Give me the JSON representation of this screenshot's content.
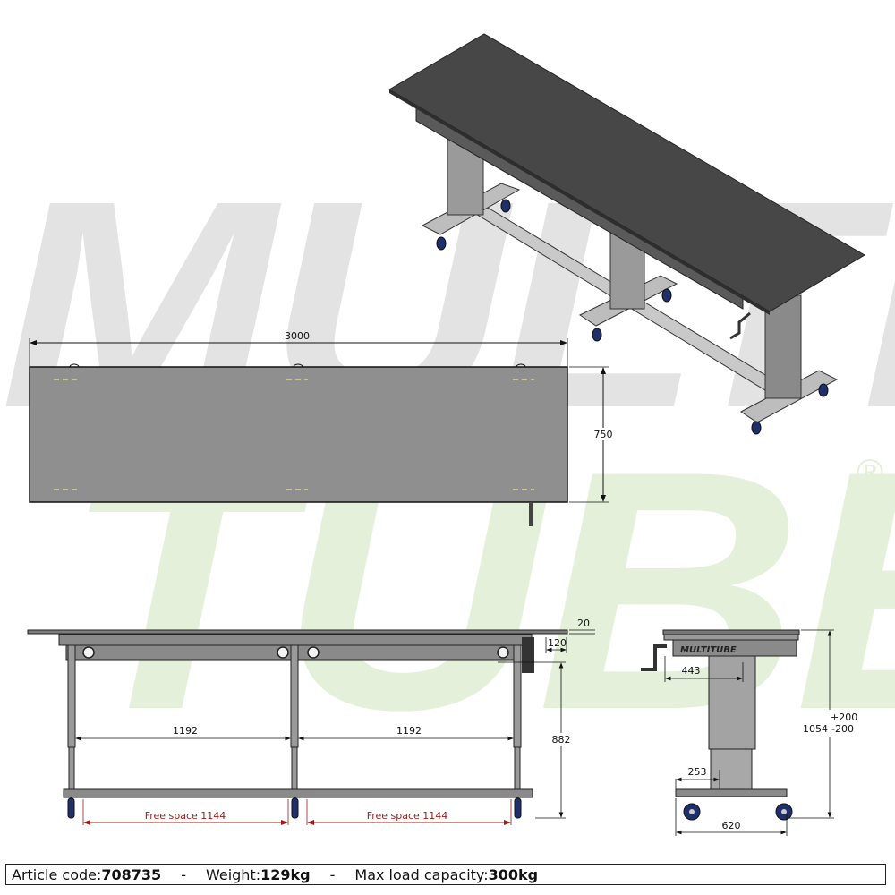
{
  "watermark": {
    "top_word": "MULTI",
    "bottom_word": "TUBE",
    "registered_mark": "®",
    "top_color": "#e3e3e3",
    "bottom_color": "#e4f0da"
  },
  "top_view": {
    "width_label": "3000",
    "depth_label": "750",
    "top_color": "#8f8f8f"
  },
  "front_view": {
    "thickness_label": "20",
    "overhang_label": "120",
    "span_left_label": "1192",
    "span_right_label": "1192",
    "height_label": "882",
    "free_space_left_label": "Free space 1144",
    "free_space_right_label": "Free space 1144",
    "free_space_color": "#9b1c1c"
  },
  "side_view": {
    "brand_label": "MULTITUBE",
    "crank_offset_label": "443",
    "column_offset_label": "253",
    "base_width_label": "620",
    "height_label": "1054",
    "tolerance_plus": "+200",
    "tolerance_minus": "-200"
  },
  "footer": {
    "article_label": "Article code:",
    "article_value": "708735",
    "separator": "-",
    "weight_label": "Weight: ",
    "weight_value": "129kg",
    "load_label": "Max load capacity:",
    "load_value": "300kg"
  }
}
